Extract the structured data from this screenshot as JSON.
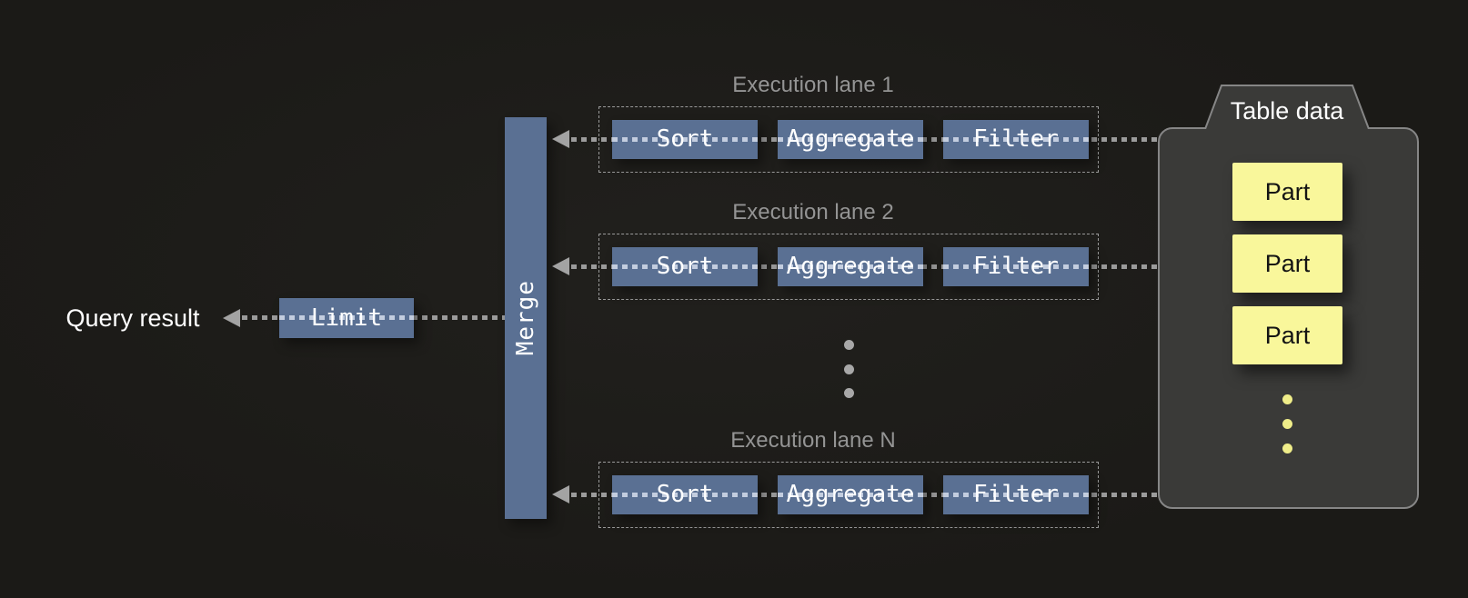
{
  "title": "Parallel query execution pipeline",
  "colors": {
    "background": "#1b1a17",
    "operator_blue": "#5a7093",
    "operator_text": "#ffffff",
    "flow_line_gray": "#9b9b9b",
    "flow_line_light": "#c3cddf",
    "lane_label_gray": "#949494",
    "lane_border_gray": "#9a9a9a",
    "table_container_fill": "#3a3a38",
    "table_container_border": "#868686",
    "part_yellow": "#f9f79b",
    "part_text": "#141414",
    "ellipsis_dot_gray": "#a8a8a8",
    "ellipsis_dot_yellow": "#efed89"
  },
  "query_result": {
    "label": "Query result"
  },
  "limit": {
    "label": "Limit"
  },
  "merge": {
    "label": "Merge"
  },
  "lanes": [
    {
      "label": "Execution lane 1",
      "stages": [
        "Sort",
        "Aggregate",
        "Filter"
      ]
    },
    {
      "label": "Execution lane 2",
      "stages": [
        "Sort",
        "Aggregate",
        "Filter"
      ]
    },
    {
      "label": "Execution lane N",
      "stages": [
        "Sort",
        "Aggregate",
        "Filter"
      ]
    }
  ],
  "table_data": {
    "label": "Table data",
    "parts": [
      "Part",
      "Part",
      "Part"
    ]
  }
}
